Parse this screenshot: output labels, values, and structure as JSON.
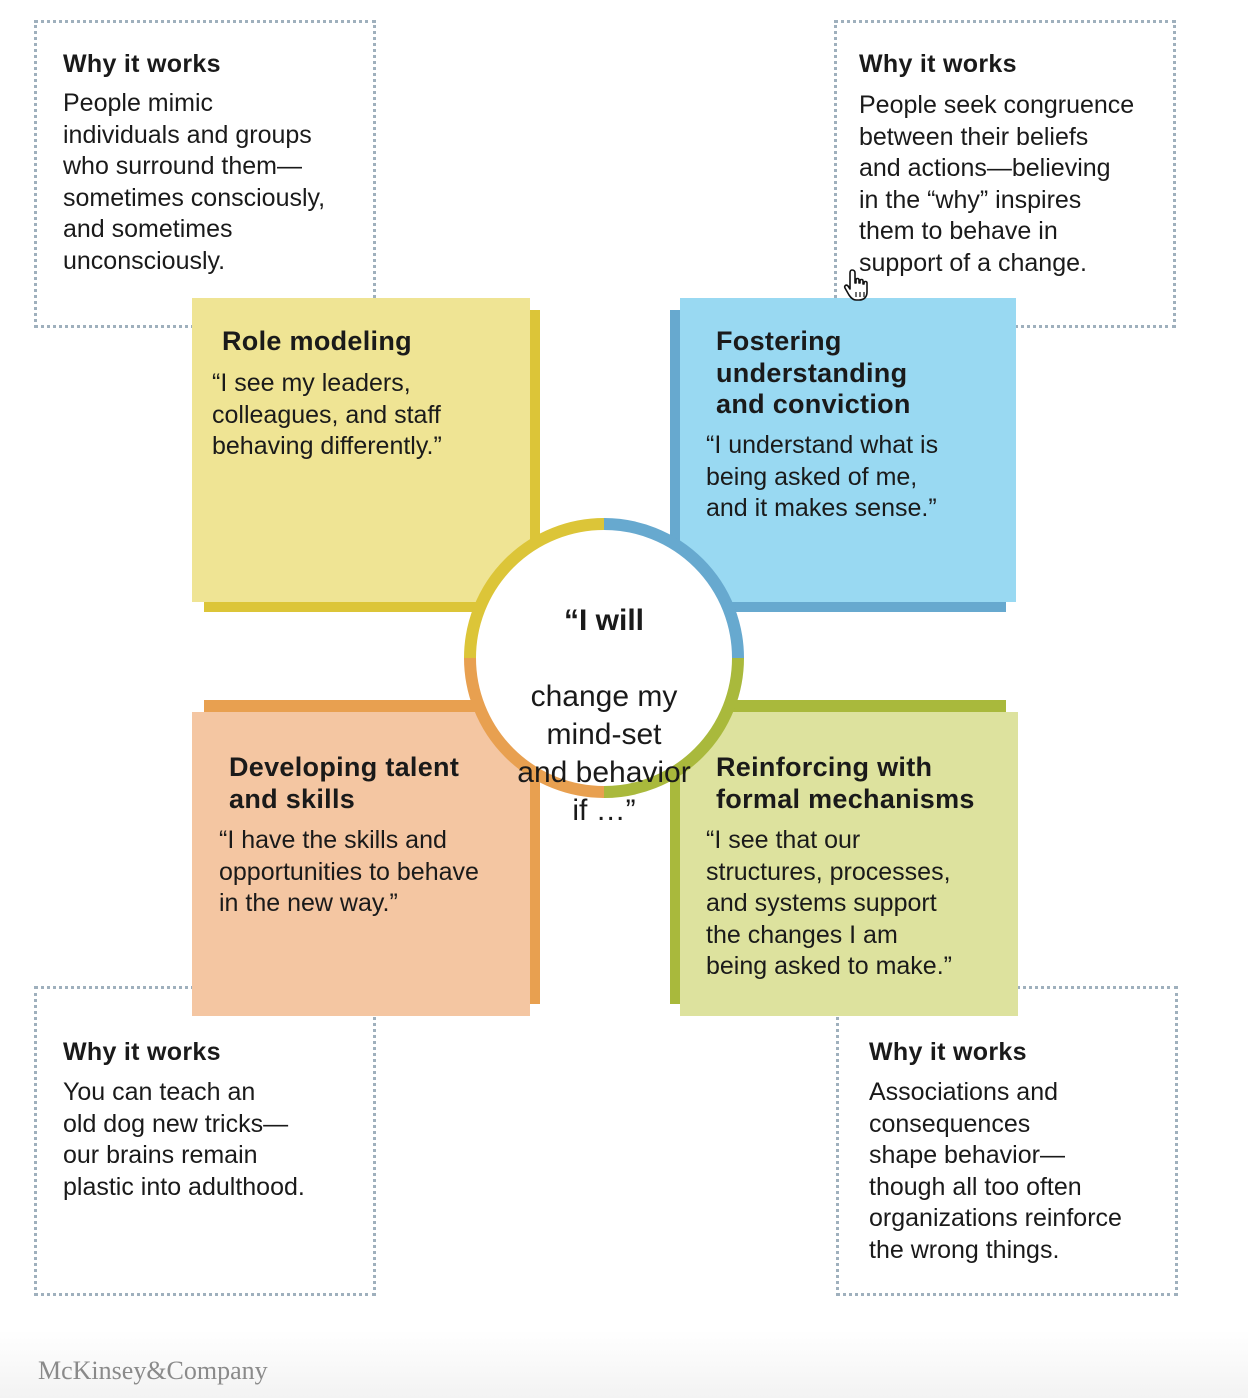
{
  "center": {
    "line1": "“I will",
    "rest": "change my\nmind-set\nand behavior\nif …”"
  },
  "quadrants": {
    "top_left": {
      "title": "Role modeling",
      "quote": "“I see my leaders,\n colleagues, and staff\n behaving differently.”",
      "color": "#efe494",
      "accent": "#dcc538"
    },
    "top_right": {
      "title": "Fostering\nunderstanding\nand conviction",
      "quote": "“I understand what is\n being asked of me,\n and it makes sense.”",
      "color": "#99d9f2",
      "accent": "#67a9cf"
    },
    "bottom_left": {
      "title": "Developing talent\nand skills",
      "quote": "“I have the skills and\n opportunities to behave\n in the new way.”",
      "color": "#f4c6a2",
      "accent": "#e8a050"
    },
    "bottom_right": {
      "title": "Reinforcing with\nformal mechanisms",
      "quote": "“I see that our\n structures, processes,\n and systems support\n the changes I am\n being asked to make.”",
      "color": "#dde29e",
      "accent": "#a9b93c"
    }
  },
  "why": {
    "top_left": {
      "title": "Why it works",
      "body": "People mimic\nindividuals and groups\nwho surround them—\nsometimes consciously,\nand sometimes\nunconsciously."
    },
    "top_right": {
      "title": "Why it works",
      "body": "People seek congruence\nbetween their beliefs\nand actions—believing\nin the “why” inspires\nthem to behave in\nsupport of a change."
    },
    "bottom_left": {
      "title": "Why it works",
      "body": "You can teach an\nold dog new tricks—\nour brains remain\nplastic into adulthood."
    },
    "bottom_right": {
      "title": "Why it works",
      "body": "Associations and\nconsequences\nshape behavior—\nthough all too often\norganizations reinforce\nthe wrong things."
    }
  },
  "footer": {
    "logo": "McKinsey&Company"
  },
  "icons": {
    "cursor": "hand-pointer-icon"
  }
}
